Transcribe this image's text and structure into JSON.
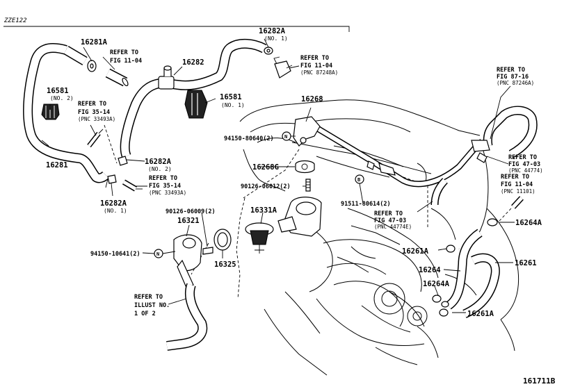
{
  "diagram": {
    "model_code": "ZZE122",
    "figure_id": "161711B",
    "labels": [
      {
        "id": "p16281A_top",
        "text": "16281A"
      },
      {
        "id": "ref_fig1104_a1",
        "text": "REFER TO"
      },
      {
        "id": "ref_fig1104_a2",
        "text": "FIG 11-04"
      },
      {
        "id": "p16282A_top",
        "text": "16282A"
      },
      {
        "id": "p16282A_top_sub",
        "text": "(NO. 1)"
      },
      {
        "id": "ref_fig1104_b1",
        "text": "REFER TO"
      },
      {
        "id": "ref_fig1104_b2",
        "text": "FIG 11-04"
      },
      {
        "id": "ref_fig1104_b3",
        "text": "(PNC 87248A)"
      },
      {
        "id": "p16282",
        "text": "16282"
      },
      {
        "id": "p16581_no2",
        "text": "16581"
      },
      {
        "id": "p16581_no2_sub",
        "text": "(NO. 2)"
      },
      {
        "id": "p16581_no1",
        "text": "16581"
      },
      {
        "id": "p16581_no1_sub",
        "text": "(NO. 1)"
      },
      {
        "id": "ref_fig3514_a1",
        "text": "REFER TO"
      },
      {
        "id": "ref_fig3514_a2",
        "text": "FIG 35-14"
      },
      {
        "id": "ref_fig3514_a3",
        "text": "(PNC 33493A)"
      },
      {
        "id": "p16268",
        "text": "16268"
      },
      {
        "id": "ref_fig8716_1",
        "text": "REFER TO"
      },
      {
        "id": "ref_fig8716_2",
        "text": "FIG 87-16"
      },
      {
        "id": "ref_fig8716_3",
        "text": "(PNC 87246A)"
      },
      {
        "id": "p94150_80640",
        "text": "94150-80640(2)"
      },
      {
        "id": "p16281",
        "text": "16281"
      },
      {
        "id": "p16282A_no2",
        "text": "16282A"
      },
      {
        "id": "p16282A_no2_sub",
        "text": "(NO. 2)"
      },
      {
        "id": "p16268G",
        "text": "16268G"
      },
      {
        "id": "ref_fig4703_a1",
        "text": "REFER TO"
      },
      {
        "id": "ref_fig4703_a2",
        "text": "FIG 47-03"
      },
      {
        "id": "ref_fig4703_a3",
        "text": "(PNC 44774)"
      },
      {
        "id": "ref_fig3514_b1",
        "text": "REFER TO"
      },
      {
        "id": "ref_fig3514_b2",
        "text": "FIG 35-14"
      },
      {
        "id": "ref_fig3514_b3",
        "text": "(PNC 33493A)"
      },
      {
        "id": "p90126_06012",
        "text": "90126-06012(2)"
      },
      {
        "id": "ref_fig1104_c1",
        "text": "REFER TO"
      },
      {
        "id": "ref_fig1104_c2",
        "text": "FIG 11-04"
      },
      {
        "id": "ref_fig1104_c3",
        "text": "(PNC 11101)"
      },
      {
        "id": "p16282A_no1",
        "text": "16282A"
      },
      {
        "id": "p16282A_no1_sub",
        "text": "(NO. 1)"
      },
      {
        "id": "p91511_80614",
        "text": "91511-80614(2)"
      },
      {
        "id": "p90126_06009",
        "text": "90126-06009(2)"
      },
      {
        "id": "p16331A",
        "text": "16331A"
      },
      {
        "id": "ref_fig4703_b1",
        "text": "REFER TO"
      },
      {
        "id": "ref_fig4703_b2",
        "text": "FIG 47-03"
      },
      {
        "id": "ref_fig4703_b3",
        "text": "(PNC 44774E)"
      },
      {
        "id": "p16321",
        "text": "16321"
      },
      {
        "id": "p16264A_right",
        "text": "16264A"
      },
      {
        "id": "p94150_10641",
        "text": "94150-10641(2)"
      },
      {
        "id": "p16325",
        "text": "16325"
      },
      {
        "id": "p16261A_mid",
        "text": "16261A"
      },
      {
        "id": "p16264",
        "text": "16264"
      },
      {
        "id": "p16261",
        "text": "16261"
      },
      {
        "id": "ref_illust1",
        "text": "REFER TO"
      },
      {
        "id": "ref_illust2",
        "text": "ILLUST NO."
      },
      {
        "id": "ref_illust3",
        "text": "1 OF 2"
      },
      {
        "id": "p16264A_low",
        "text": "16264A"
      },
      {
        "id": "p16261A_low",
        "text": "16261A"
      }
    ],
    "symbols": {
      "n": "N",
      "b": "B"
    }
  }
}
